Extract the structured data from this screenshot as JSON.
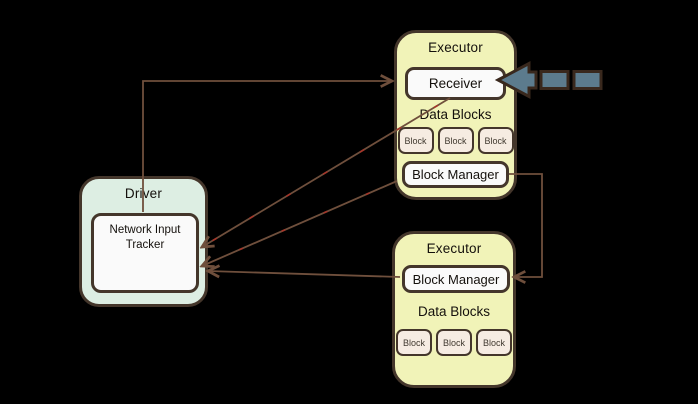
{
  "colors": {
    "background": "#000000",
    "executor_fill": "#f1f3b8",
    "driver_fill": "#ddeee3",
    "node_fill": "#fafafa",
    "block_fill": "#f6ece2",
    "border": "#44362b",
    "connector": "#6f4f3c",
    "connector_dash": "#a83328",
    "stream_fill": "#5c7b8d",
    "stream_outline": "#39281d",
    "text": "#14100c"
  },
  "driver": {
    "title": "Driver",
    "network_input_tracker": "Network Input Tracker"
  },
  "executor_top": {
    "title": "Executor",
    "receiver": "Receiver",
    "data_blocks_heading": "Data Blocks",
    "blocks": [
      "Block",
      "Block",
      "Block"
    ],
    "block_manager": "Block Manager"
  },
  "executor_bottom": {
    "title": "Executor",
    "block_manager": "Block Manager",
    "data_blocks_heading": "Data Blocks",
    "blocks": [
      "Block",
      "Block",
      "Block"
    ]
  },
  "icons": {
    "input_stream_arrow": "left-pointing segmented stream arrow entering Receiver"
  }
}
